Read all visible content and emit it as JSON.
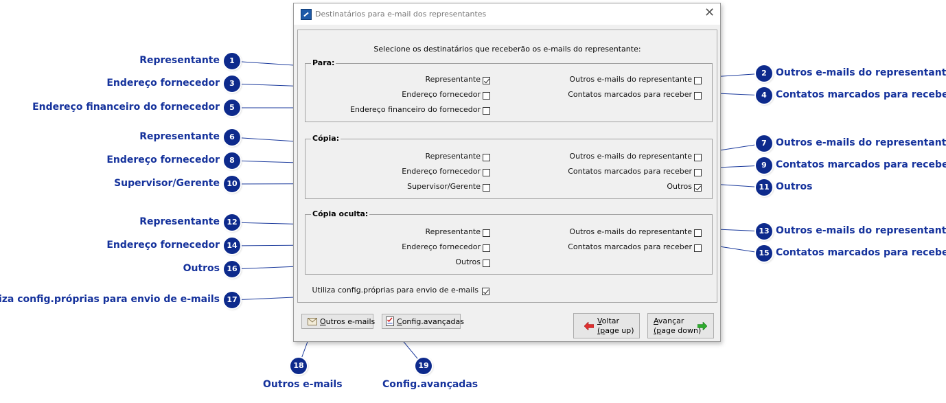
{
  "window": {
    "title": "Destinatários para e-mail dos representantes",
    "close_glyph": "✕",
    "instruction": "Selecione os destinatários que receberão os e-mails do representante:"
  },
  "groups": {
    "para": {
      "label": "Para:",
      "representante": {
        "label": "Representante",
        "checked": true
      },
      "endereco_fornecedor": {
        "label": "Endereço fornecedor",
        "checked": false
      },
      "endereco_financeiro": {
        "label": "Endereço financeiro do fornecedor",
        "checked": false
      },
      "outros_emails": {
        "label": "Outros e-mails do representante",
        "checked": false
      },
      "contatos_marcados": {
        "label": "Contatos marcados para receber",
        "checked": false
      }
    },
    "copia": {
      "label": "Cópia:",
      "representante": {
        "label": "Representante",
        "checked": false
      },
      "endereco_fornecedor": {
        "label": "Endereço fornecedor",
        "checked": false
      },
      "supervisor": {
        "label": "Supervisor/Gerente",
        "checked": false
      },
      "outros_emails": {
        "label": "Outros e-mails do representante",
        "checked": false
      },
      "contatos_marcados": {
        "label": "Contatos marcados para receber",
        "checked": false
      },
      "outros": {
        "label": "Outros",
        "checked": true
      }
    },
    "copia_oculta": {
      "label": "Cópia oculta:",
      "representante": {
        "label": "Representante",
        "checked": false
      },
      "endereco_fornecedor": {
        "label": "Endereço fornecedor",
        "checked": false
      },
      "outros": {
        "label": "Outros",
        "checked": false
      },
      "outros_emails": {
        "label": "Outros e-mails do representante",
        "checked": false
      },
      "contatos_marcados": {
        "label": "Contatos marcados para receber",
        "checked": false
      }
    }
  },
  "config_proprias": {
    "label": "Utiliza config.próprias para envio de e-mails",
    "checked": true
  },
  "buttons": {
    "outros_emails": {
      "label": "Outros e-mails",
      "icon": "envelope-icon"
    },
    "config_avancadas": {
      "label": "Config.avançadas",
      "icon": "checklist-icon"
    },
    "voltar": {
      "line1": "Voltar",
      "line2": "(page up)",
      "icon": "arrow-left-icon",
      "icon_color": "#e03030"
    },
    "avancar": {
      "line1": "Avançar",
      "line2": "(page down)",
      "icon": "arrow-right-icon",
      "icon_color": "#2eaa2e"
    }
  },
  "annotations": [
    {
      "n": "1",
      "text": "Representante"
    },
    {
      "n": "2",
      "text": "Outros e-mails do representante"
    },
    {
      "n": "3",
      "text": "Endereço fornecedor"
    },
    {
      "n": "4",
      "text": "Contatos marcados para receber"
    },
    {
      "n": "5",
      "text": "Endereço financeiro do fornecedor"
    },
    {
      "n": "6",
      "text": "Representante"
    },
    {
      "n": "7",
      "text": "Outros e-mails do representante"
    },
    {
      "n": "8",
      "text": "Endereço fornecedor"
    },
    {
      "n": "9",
      "text": "Contatos marcados para receber"
    },
    {
      "n": "10",
      "text": "Supervisor/Gerente"
    },
    {
      "n": "11",
      "text": "Outros"
    },
    {
      "n": "12",
      "text": "Representante"
    },
    {
      "n": "13",
      "text": "Outros e-mails do representante"
    },
    {
      "n": "14",
      "text": "Endereço fornecedor"
    },
    {
      "n": "15",
      "text": "Contatos marcados para receber"
    },
    {
      "n": "16",
      "text": "Outros"
    },
    {
      "n": "17",
      "text": "Utiliza config.próprias para envio de e-mails"
    },
    {
      "n": "18",
      "text": "Outros e-mails"
    },
    {
      "n": "19",
      "text": "Config.avançadas"
    }
  ],
  "colors": {
    "badge": "#0d2a8c",
    "annotation_text": "#15329c",
    "line": "#1b3a9c"
  }
}
